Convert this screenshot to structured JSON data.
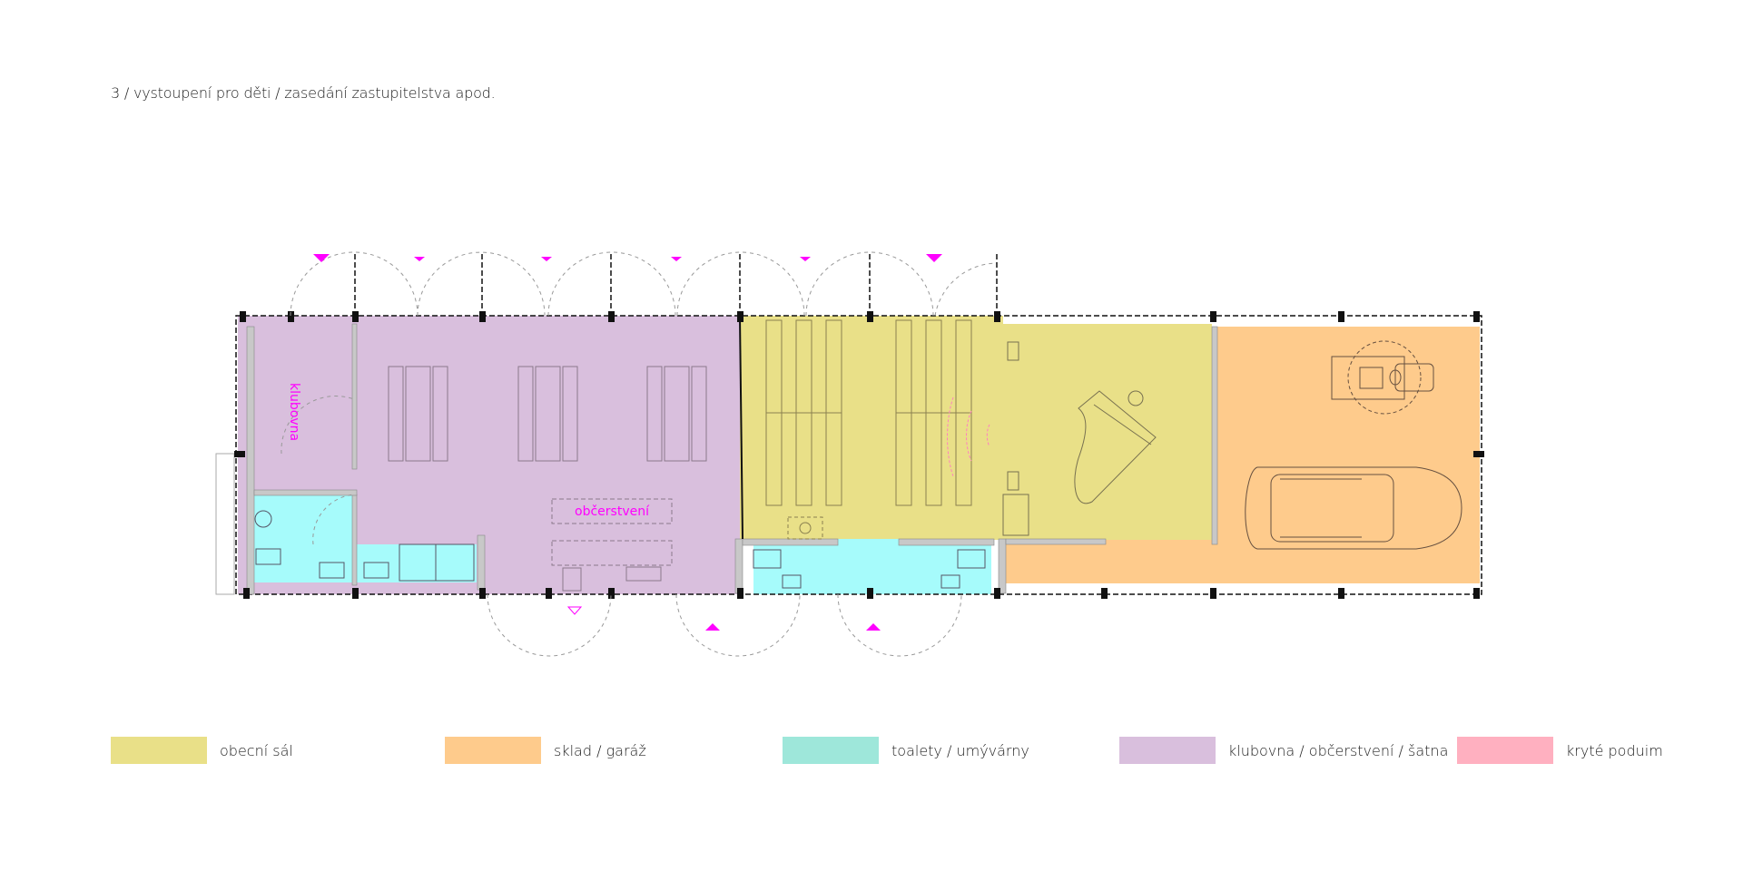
{
  "title": "3 / vystoupení pro děti / zasedání zastupitelstva apod.",
  "plan": {
    "room_labels": {
      "klubovna": "klubovna",
      "obcerstveni": "občerstvení"
    },
    "colors": {
      "hall": "#e9e088",
      "storage": "#fecb8c",
      "toilets": "#a6fbfb",
      "club": "#d9bfdd",
      "stage": "#ffb0c0",
      "marker": "#ff00ff"
    }
  },
  "legend": [
    {
      "label": "obecní sál",
      "color": "#e9e088"
    },
    {
      "label": "sklad / garáž",
      "color": "#fecb8c"
    },
    {
      "label": "toalety / umývárny",
      "color": "#9ee7da"
    },
    {
      "label": "klubovna / občerstvení / šatna",
      "color": "#d9bfdd"
    },
    {
      "label": "kryté poduim",
      "color": "#ffb0c0"
    }
  ]
}
